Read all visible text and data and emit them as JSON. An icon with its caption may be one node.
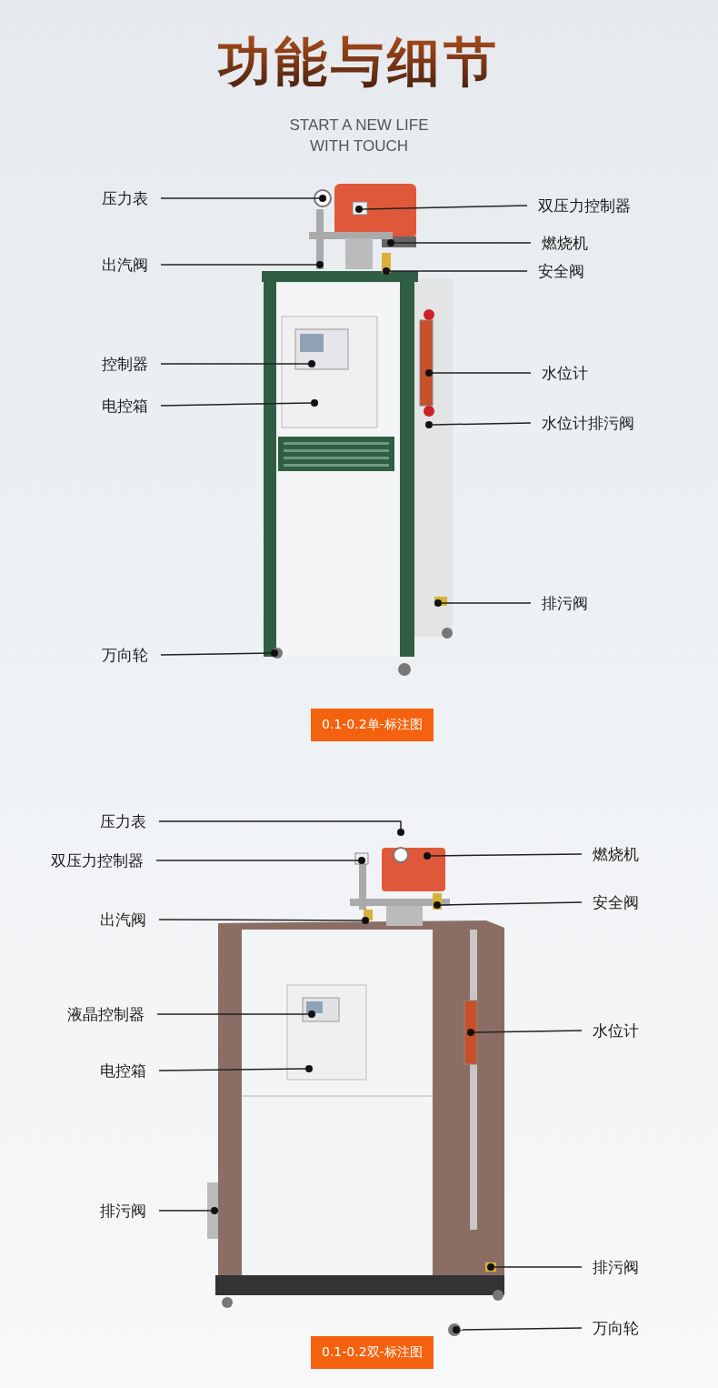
{
  "diagram": {
    "title": "功能与细节",
    "nodes": [
      {
        "text": [
          "压力表"
        ]
      },
      {
        "text": [
          "双压力控制器"
        ]
      },
      {
        "text": [
          "燃烧机"
        ]
      },
      {
        "text": [
          "出汽阀"
        ]
      },
      {
        "text": [
          "安全阀"
        ]
      },
      {
        "text": [
          "控制器"
        ]
      },
      {
        "text": [
          "水位计"
        ]
      },
      {
        "text": [
          "电控箱"
        ]
      },
      {
        "text": [
          "水位计排污阀"
        ]
      },
      {
        "text": [
          "排污阀"
        ]
      },
      {
        "text": [
          "万向轮"
        ]
      },
      {
        "text": [
          "0.1-0.2单-标注图"
        ]
      },
      {
        "text": [
          "压力表"
        ]
      },
      {
        "text": [
          "燃烧机"
        ]
      },
      {
        "text": [
          "双压力控制器"
        ]
      },
      {
        "text": [
          "安全阀"
        ]
      },
      {
        "text": [
          "出汽阀"
        ]
      },
      {
        "text": [
          "液晶控制器"
        ]
      },
      {
        "text": [
          "水位计"
        ]
      },
      {
        "text": [
          "电控箱"
        ]
      },
      {
        "text": [
          "排污阀"
        ]
      },
      {
        "text": [
          "排污阀"
        ]
      },
      {
        "text": [
          "万向轮"
        ]
      },
      {
        "text": [
          "0.1-0.2双-标注图"
        ]
      },
      {
        "text": [],
        "shape": "circle"
      },
      {
        "text": [],
        "shape": "circle"
      },
      {
        "text": [],
        "shape": "circle"
      },
      {
        "text": [],
        "shape": "circle"
      },
      {
        "text": [],
        "shape": "circle"
      },
      {
        "text": [],
        "shape": "circle"
      },
      {
        "text": [],
        "shape": "circle"
      },
      {
        "text": [],
        "shape": "circle"
      },
      {
        "text": [],
        "shape": "circle"
      },
      {
        "text": [],
        "shape": "circle"
      },
      {
        "text": [],
        "shape": "circle"
      },
      {
        "text": [],
        "shape": "circle"
      },
      {
        "text": [],
        "shape": "circle"
      },
      {
        "text": [],
        "shape": "circle"
      },
      {
        "text": [],
        "shape": "circle"
      },
      {
        "text": [],
        "shape": "circle"
      },
      {
        "text": [],
        "shape": "circle"
      },
      {
        "text": [],
        "shape": "circle"
      },
      {
        "text": [],
        "shape": "circle"
      },
      {
        "text": [],
        "shape": "circle"
      },
      {
        "text": [],
        "shape": "circle"
      },
      {
        "text": [],
        "shape": "circle"
      }
    ],
    "edges": [
      {
        "from": 0,
        "to": 24,
        "arrow": "none"
      },
      {
        "from": 1,
        "to": 25,
        "arrow": "none"
      },
      {
        "from": 2,
        "to": 26,
        "arrow": "none"
      },
      {
        "from": 3,
        "to": 27,
        "arrow": "none"
      },
      {
        "from": 4,
        "to": 28,
        "arrow": "none"
      },
      {
        "from": 5,
        "to": 29,
        "arrow": "none"
      },
      {
        "from": 6,
        "to": 30,
        "arrow": "none"
      },
      {
        "from": 7,
        "to": 31,
        "arrow": "none"
      },
      {
        "from": 8,
        "to": 32,
        "arrow": "none"
      },
      {
        "from": 9,
        "to": 33,
        "arrow": "none"
      },
      {
        "from": 10,
        "to": 34,
        "arrow": "none"
      },
      {
        "from": 12,
        "to": 35,
        "arrow": "none"
      },
      {
        "from": 13,
        "to": 36,
        "arrow": "none"
      },
      {
        "from": 14,
        "to": 37,
        "arrow": "none"
      },
      {
        "from": 15,
        "to": 38,
        "arrow": "none"
      },
      {
        "from": 16,
        "to": 39,
        "arrow": "none"
      },
      {
        "from": 17,
        "to": 40,
        "arrow": "none"
      },
      {
        "from": 18,
        "to": 41,
        "arrow": "none"
      },
      {
        "from": 19,
        "to": 42,
        "arrow": "none"
      },
      {
        "from": 20,
        "to": 43,
        "arrow": "none"
      },
      {
        "from": 21,
        "to": 44,
        "arrow": "none"
      },
      {
        "from": 22,
        "to": 45,
        "arrow": "none"
      }
    ],
    "labels": [
      "START A NEW LIFE WITH TOUCH"
    ]
  }
}
